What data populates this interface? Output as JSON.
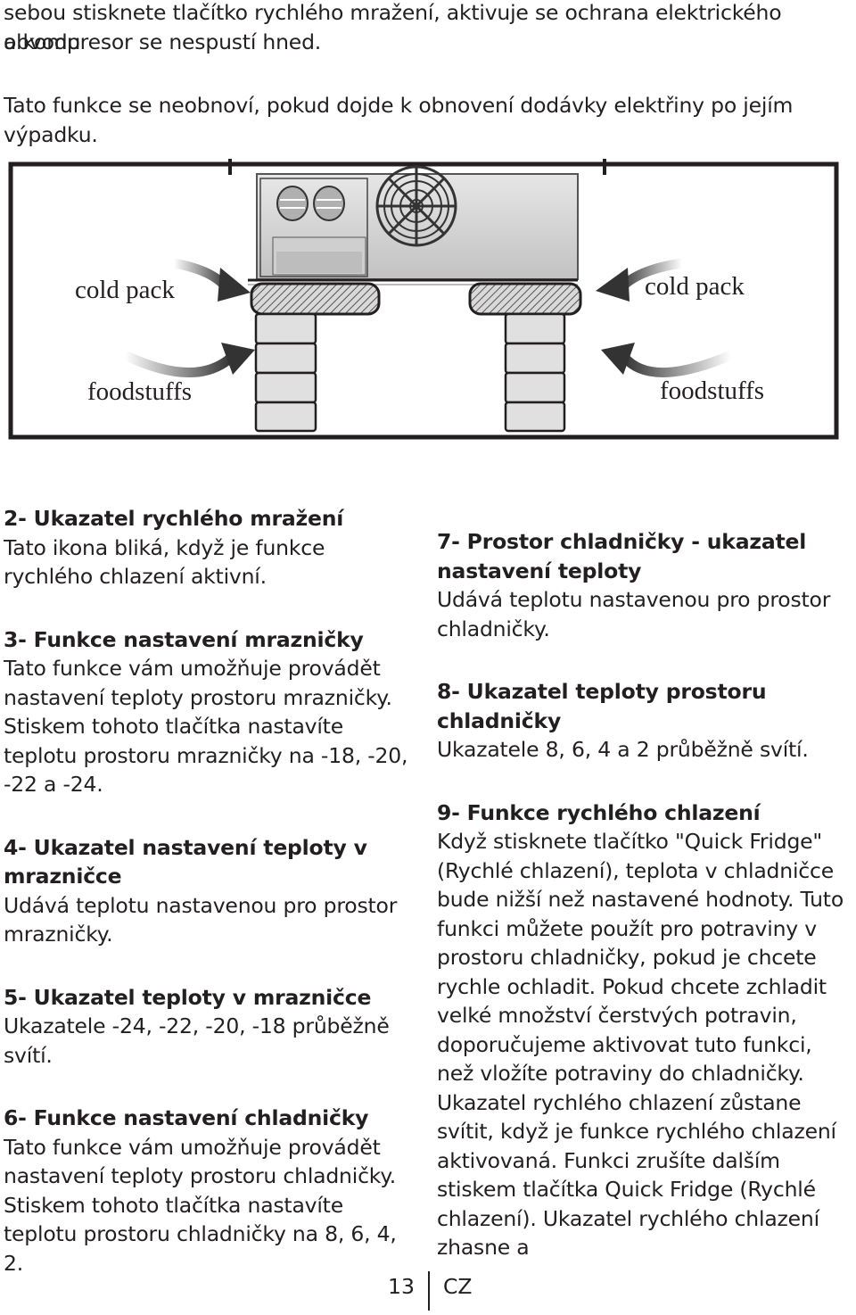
{
  "intro": {
    "line1": "sebou stisknete tlačítko rychlého mražení, aktivuje se ochrana elektrického obvodu",
    "line2": "a kompresor se nespustí hned.",
    "line3": "Tato funkce se neobnoví, pokud dojde k obnovení dodávky elektřiny po jejím",
    "line4": "výpadku."
  },
  "diagram": {
    "label_cold_left": "cold pack",
    "label_cold_right": "cold pack",
    "label_food_left": "foodstuffs",
    "label_food_right": "foodstuffs"
  },
  "left_column": {
    "sec2": {
      "title": "2- Ukazatel rychlého mražení",
      "body": "Tato ikona bliká, když je funkce rychlého chlazení aktivní."
    },
    "sec3": {
      "title": "3- Funkce nastavení mrazničky",
      "body": "Tato funkce vám umožňuje provádět nastavení teploty prostoru mrazničky. Stiskem tohoto tlačítka nastavíte teplotu prostoru mrazničky na -18, -20, -22 a -24."
    },
    "sec4": {
      "title": "4- Ukazatel nastavení teploty v mrazničce",
      "body": "Udává teplotu nastavenou pro prostor mrazničky."
    },
    "sec5": {
      "title": "5- Ukazatel teploty v mrazničce",
      "body": "Ukazatele -24, -22, -20, -18 průběžně svítí."
    },
    "sec6": {
      "title": "6- Funkce nastavení chladničky",
      "body": "Tato funkce vám umožňuje provádět nastavení teploty prostoru chladničky. Stiskem tohoto tlačítka nastavíte teplotu prostoru chladničky na 8, 6, 4, 2."
    }
  },
  "right_column": {
    "sec7": {
      "title": "7- Prostor chladničky - ukazatel nastavení teploty",
      "body": "Udává teplotu nastavenou pro prostor chladničky."
    },
    "sec8": {
      "title": "8- Ukazatel teploty prostoru chladničky",
      "body": "Ukazatele 8, 6, 4 a 2 průběžně svítí."
    },
    "sec9": {
      "title": "9- Funkce rychlého chlazení",
      "body": "Když stisknete tlačítko \"Quick Fridge\" (Rychlé chlazení), teplota v chladničce bude nižší než nastavené hodnoty. Tuto funkci můžete použít pro potraviny v prostoru chladničky, pokud je chcete rychle ochladit. Pokud chcete zchladit velké množství čerstvých potravin, doporučujeme aktivovat tuto funkci, než vložíte potraviny do chladničky. Ukazatel rychlého chlazení zůstane svítit, když je funkce rychlého chlazení aktivovaná. Funkci zrušíte dalším stiskem tlačítka Quick Fridge (Rychlé chlazení). Ukazatel rychlého chlazení zhasne a"
    }
  },
  "footer": {
    "page_number": "13",
    "language": "CZ"
  }
}
